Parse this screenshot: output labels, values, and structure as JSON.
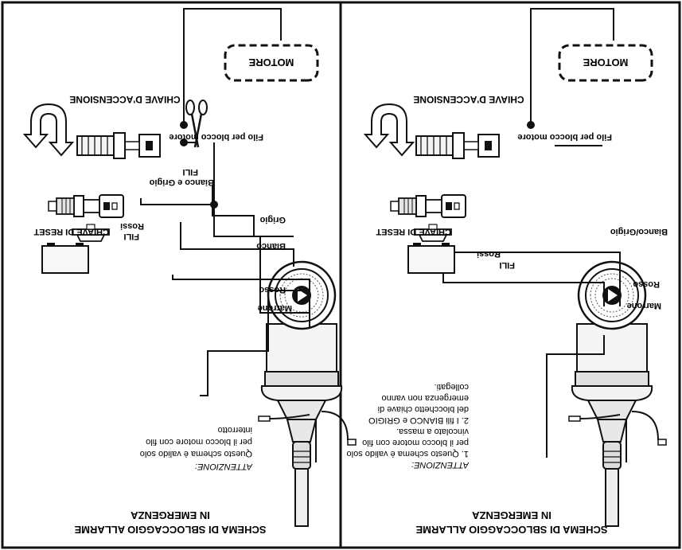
{
  "panels": [
    {
      "title_line1": "SCHEMA DI SBLOCCAGGIO ALLARME",
      "title_line2": "IN EMERGENZA",
      "note_heading": "ATTENZIONE:",
      "note_lines": [
        "1. Questo schema è valido solo",
        "per il blocco motore con filo",
        "vincolato a massa.",
        "2. I fili BIANCO e GRIGIO",
        "del blocchetto chiave di",
        "emergenza  non vanno",
        "collegati."
      ],
      "labels": {
        "motore": "MOTORE",
        "chiave_accensione": "CHIAVE D'ACCENSIONE",
        "filo_blocco": "Filo per blocco motore",
        "bianco_grigio": "Bianco/Grigio",
        "rosso": "Rosso",
        "marrone": "Marrone",
        "chiave_reset": "CHIAVE DI RESET",
        "fili": "FILI",
        "rossi": "Rossi"
      }
    },
    {
      "title_line1": "SCHEMA DI SBLOCCAGGIO ALLARME",
      "title_line2": "IN EMERGENZA",
      "note_heading": "ATTENZIONE:",
      "note_lines": [
        "Questo schema è valido solo",
        "per il blocco motore con filo",
        "interrotto"
      ],
      "labels": {
        "motore": "MOTORE",
        "chiave_accensione": "CHIAVE D'ACCENSIONE",
        "filo_blocco": "Filo per blocco motore",
        "fili_bianco_grigio_1": "FILI",
        "fili_bianco_grigio_2": "Bianco e Grigio",
        "grigio": "Grigio",
        "bianco": "Bianco",
        "rosso": "Rosso",
        "marrone": "Marrone",
        "chiave_reset": "CHIAVE DI RESET",
        "fili": "FILI",
        "rossi": "Rossi"
      }
    }
  ]
}
